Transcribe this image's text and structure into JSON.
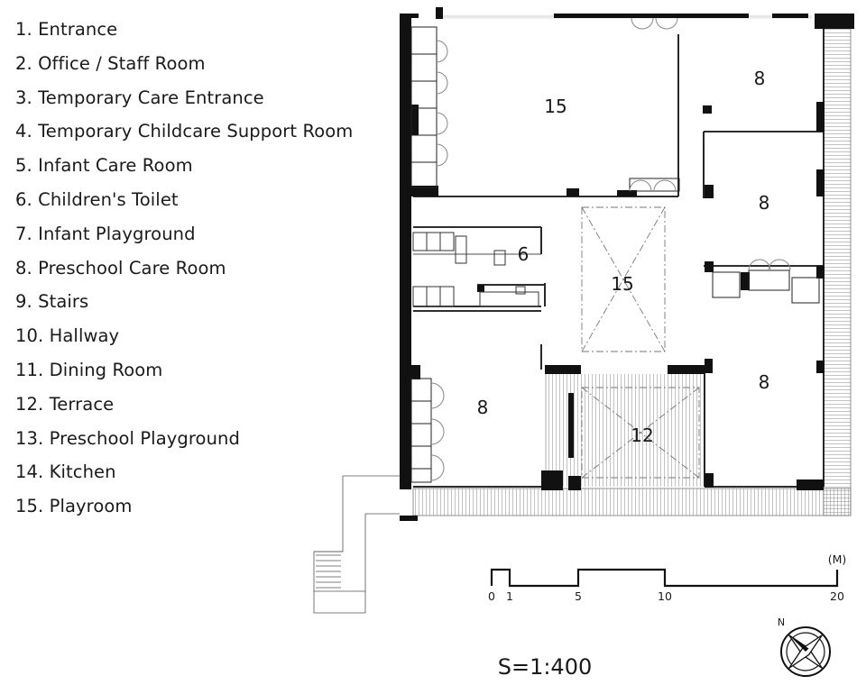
{
  "legend": [
    "1. Entrance",
    "2. Office / Staff Room",
    "3. Temporary Care Entrance",
    "4. Temporary Childcare Support Room",
    "5. Infant Care Room",
    "6. Children's Toilet",
    "7. Infant Playground",
    "8. Preschool Care Room",
    "9. Stairs",
    "10. Hallway",
    "11. Dining Room",
    "12. Terrace",
    "13. Preschool Playground",
    "14. Kitchen",
    "15. Playroom"
  ],
  "room_labels": {
    "playroom_large": "15",
    "preschool_ne": "8",
    "preschool_e": "8",
    "toilet": "6",
    "playroom_center": "15",
    "preschool_sw": "8",
    "preschool_se": "8",
    "terrace": "12"
  },
  "scale_bar": {
    "unit": "(M)",
    "ticks": [
      "0",
      "1",
      "5",
      "10",
      "20"
    ],
    "ratio": "S=1:400"
  },
  "compass": {
    "north_label": "N"
  }
}
